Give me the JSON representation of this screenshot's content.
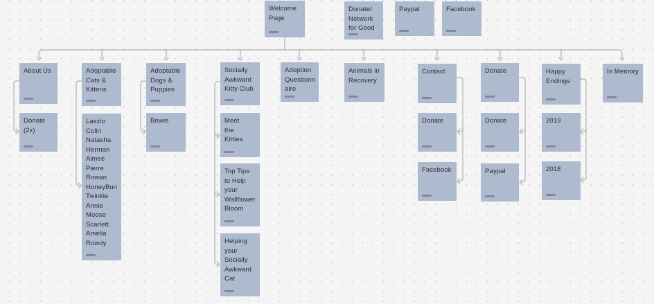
{
  "canvas": {
    "background_color": "#f5f5f5",
    "dot_grid_color": "#d2d2d2",
    "card_color": "#aebacd",
    "connector_color": "#b0b0b0",
    "text_color": "#2c2f36"
  },
  "cards": [
    {
      "id": "welcome-page",
      "title": "Welcome\nPage"
    },
    {
      "id": "donate-network-for-good",
      "title": "Donate/\nNetwork\nfor Good"
    },
    {
      "id": "paypal-top",
      "title": "Paypal"
    },
    {
      "id": "facebook-top",
      "title": "Facebook"
    },
    {
      "id": "about-us",
      "title": "About Us"
    },
    {
      "id": "adoptable-cats-kittens",
      "title": "Adoptable\nCats &\nKittens"
    },
    {
      "id": "adoptable-dogs-puppies",
      "title": "Adoptable\nDogs &\nPuppies"
    },
    {
      "id": "socially-awkward-kitty-club",
      "title": "Socially\nAwkward\nKitty Club"
    },
    {
      "id": "adoption-questionnaire",
      "title": "Adoption\nQuestionn\naire"
    },
    {
      "id": "animals-in-recovery",
      "title": "Animals in\nRecovery"
    },
    {
      "id": "contact",
      "title": "Contact"
    },
    {
      "id": "donate-main",
      "title": "Donate"
    },
    {
      "id": "happy-endings",
      "title": "Happy\nEndings"
    },
    {
      "id": "in-memory",
      "title": "In Memory"
    },
    {
      "id": "donate-2x",
      "title": "Donate\n(2x)"
    },
    {
      "id": "adoptable-cats-list",
      "names": [
        "Laszlo",
        "Colin",
        "Natasha",
        "Herman",
        "Aimee",
        "Pierre",
        "Rowan",
        "HoneyBun",
        "Twinkle",
        "Annie",
        "Moose",
        "Scarlett",
        "Amelia",
        "Rowdy"
      ]
    },
    {
      "id": "bowie",
      "title": "Bowie"
    },
    {
      "id": "meet-the-kitties",
      "title": "Meet\nthe\nKitties"
    },
    {
      "id": "top-tips-wallflower",
      "title": "Top Tips\nto Help\nyour\nWallflower\nBloom"
    },
    {
      "id": "helping-awkward-cat",
      "title": "Helping\nyour\nSocially\nAwkward\nCat"
    },
    {
      "id": "contact-donate",
      "title": "Donate"
    },
    {
      "id": "contact-facebook",
      "title": "Facebook"
    },
    {
      "id": "donate-donate",
      "title": "Donate"
    },
    {
      "id": "donate-paypal",
      "title": "Paypal"
    },
    {
      "id": "happy-2019",
      "title": "2019"
    },
    {
      "id": "happy-2018",
      "title": "2018"
    }
  ],
  "edges": [
    {
      "from": "welcome-page",
      "to": "about-us"
    },
    {
      "from": "welcome-page",
      "to": "adoptable-cats-kittens"
    },
    {
      "from": "welcome-page",
      "to": "adoptable-dogs-puppies"
    },
    {
      "from": "welcome-page",
      "to": "socially-awkward-kitty-club"
    },
    {
      "from": "welcome-page",
      "to": "adoption-questionnaire"
    },
    {
      "from": "welcome-page",
      "to": "animals-in-recovery"
    },
    {
      "from": "welcome-page",
      "to": "contact"
    },
    {
      "from": "welcome-page",
      "to": "donate-main"
    },
    {
      "from": "welcome-page",
      "to": "happy-endings"
    },
    {
      "from": "welcome-page",
      "to": "in-memory"
    },
    {
      "from": "about-us",
      "to": "donate-2x"
    },
    {
      "from": "adoptable-cats-kittens",
      "to": "adoptable-cats-list"
    },
    {
      "from": "adoptable-dogs-puppies",
      "to": "bowie"
    },
    {
      "from": "socially-awkward-kitty-club",
      "to": "meet-the-kitties"
    },
    {
      "from": "socially-awkward-kitty-club",
      "to": "top-tips-wallflower"
    },
    {
      "from": "socially-awkward-kitty-club",
      "to": "helping-awkward-cat"
    },
    {
      "from": "contact",
      "to": "contact-donate"
    },
    {
      "from": "contact",
      "to": "contact-facebook"
    },
    {
      "from": "donate-main",
      "to": "donate-donate"
    },
    {
      "from": "donate-main",
      "to": "donate-paypal"
    },
    {
      "from": "happy-endings",
      "to": "happy-2019"
    },
    {
      "from": "happy-endings",
      "to": "happy-2018"
    }
  ]
}
